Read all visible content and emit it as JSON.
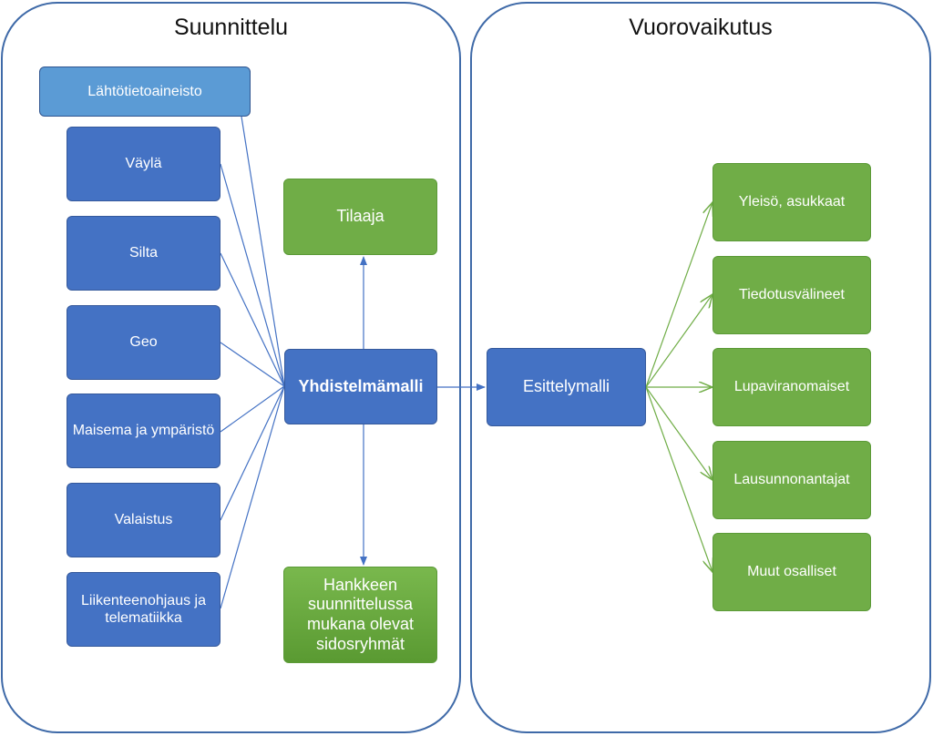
{
  "colors": {
    "panel_border": "#3f6aa8",
    "blue": "#4472c4",
    "light_blue": "#5b9bd5",
    "green": "#70ad47",
    "blue_line": "#4472c4",
    "green_line": "#70ad47"
  },
  "left_panel": {
    "title": "Suunnittelu",
    "source_data": "Lähtötietoaineisto",
    "disciplines": [
      "Väylä",
      "Silta",
      "Geo",
      "Maisema ja ympäristö",
      "Valaistus",
      "Liikenteenohjaus ja telematiikka"
    ],
    "combined_model": "Yhdistelmämalli",
    "client": "Tilaaja",
    "stakeholders": "Hankkeen suunnittelussa mukana olevat sidosryhmät"
  },
  "right_panel": {
    "title": "Vuorovaikutus",
    "presentation_model": "Esittelymalli",
    "audiences": [
      "Yleisö, asukkaat",
      "Tiedotusvälineet",
      "Lupaviranomaiset",
      "Lausunnonantajat",
      "Muut osalliset"
    ]
  }
}
